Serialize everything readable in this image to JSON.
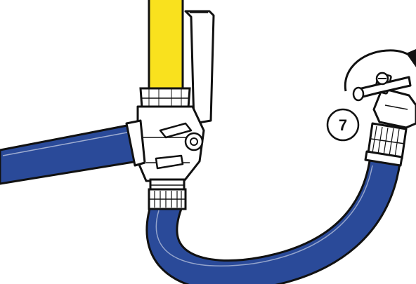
{
  "step": {
    "number": "7"
  },
  "colors": {
    "gas_pipe": "#f9e11e",
    "hose": "#2a4a99",
    "outline": "#111111",
    "metal": "#ffffff",
    "background": "#ffffff"
  },
  "icons": {
    "rotation": "curved-arrow-clockwise",
    "handle": "lever-handle",
    "tap": "cross-handle-tap"
  }
}
